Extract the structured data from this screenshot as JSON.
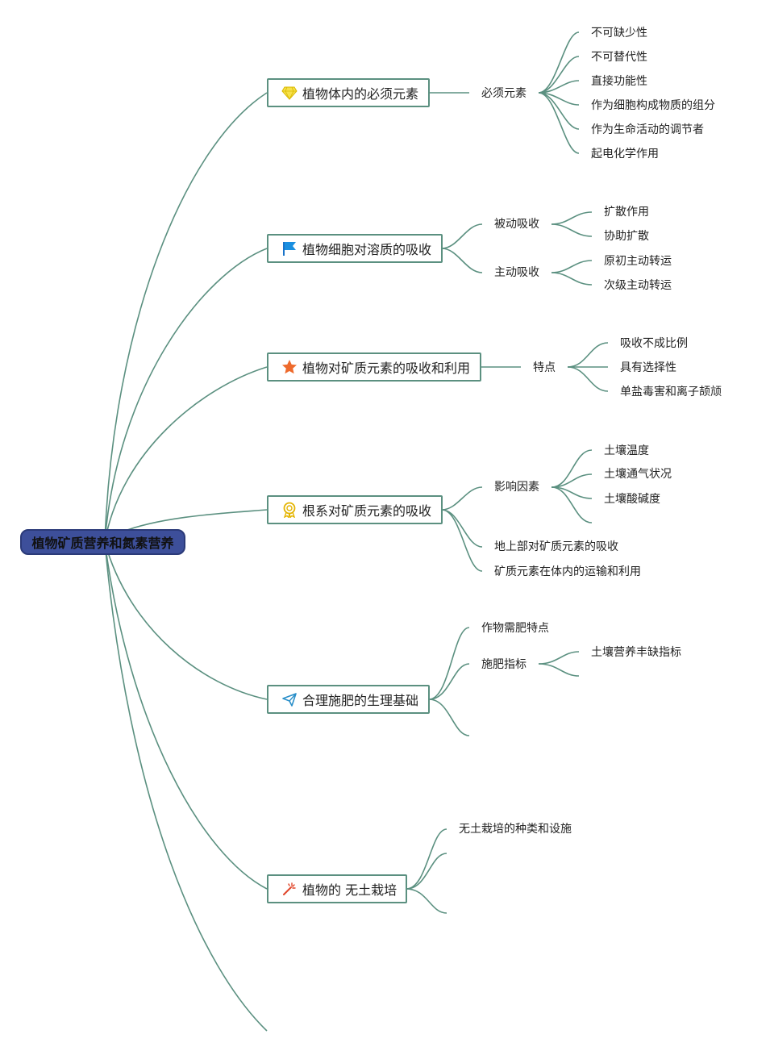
{
  "colors": {
    "line": "#5b9080",
    "root_bg": "#3d4f9a",
    "topic_border": "#5b9080"
  },
  "root": {
    "label": "植物矿质营养和氮素营养"
  },
  "topics": [
    {
      "label": "植物体内的必须元素",
      "icon": "diamond-icon"
    },
    {
      "label": "植物细胞对溶质的吸收",
      "icon": "flag-icon"
    },
    {
      "label": "植物对矿质元素的吸收和利用",
      "icon": "star-icon"
    },
    {
      "label": "根系对矿质元素的吸收",
      "icon": "medal-icon"
    },
    {
      "label": "合理施肥的生理基础",
      "icon": "paper-plane-icon"
    },
    {
      "label": "植物的 无土栽培",
      "icon": "magic-wand-icon"
    }
  ],
  "branches": {
    "t1": {
      "sub": "必须元素",
      "leaves": [
        "不可缺少性",
        "不可替代性",
        "直接功能性",
        "作为细胞构成物质的组分",
        "作为生命活动的调节者",
        "起电化学作用"
      ]
    },
    "t2": {
      "sub1": "被动吸收",
      "sub1_leaves": [
        "扩散作用",
        "协助扩散"
      ],
      "sub2": "主动吸收",
      "sub2_leaves": [
        "原初主动转运",
        "次级主动转运"
      ]
    },
    "t3": {
      "sub": "特点",
      "leaves": [
        "吸收不成比例",
        "具有选择性",
        "单盐毒害和离子颉颃"
      ]
    },
    "t4": {
      "sub1": "影响因素",
      "sub1_leaves": [
        "土壤温度",
        "土壤通气状况",
        "土壤酸碱度"
      ],
      "sub2": "地上部对矿质元素的吸收",
      "sub3": "矿质元素在体内的运输和利用"
    },
    "t5": {
      "sub1": "作物需肥特点",
      "sub2": "施肥指标",
      "sub2_leaves": [
        "土壤营养丰缺指标"
      ]
    },
    "t6": {
      "sub1": "无土栽培的种类和设施"
    }
  }
}
